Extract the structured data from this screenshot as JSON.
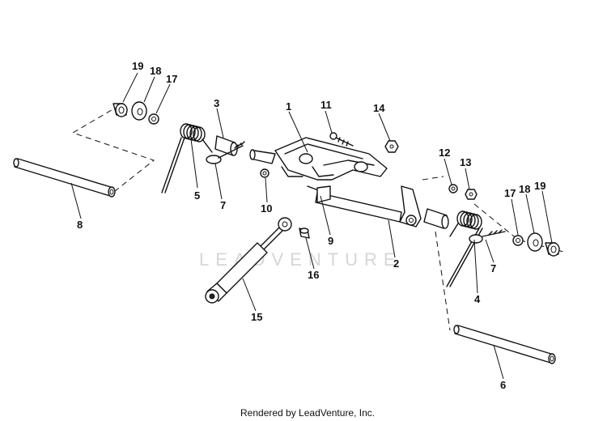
{
  "watermark": "LEADVENTURE",
  "footer": "Rendered by LeadVenture, Inc.",
  "callouts": [
    {
      "id": "19a",
      "label": "19"
    },
    {
      "id": "18a",
      "label": "18"
    },
    {
      "id": "17a",
      "label": "17"
    },
    {
      "id": "3",
      "label": "3"
    },
    {
      "id": "1",
      "label": "1"
    },
    {
      "id": "11",
      "label": "11"
    },
    {
      "id": "14",
      "label": "14"
    },
    {
      "id": "12",
      "label": "12"
    },
    {
      "id": "13",
      "label": "13"
    },
    {
      "id": "17b",
      "label": "17"
    },
    {
      "id": "18b",
      "label": "18"
    },
    {
      "id": "19b",
      "label": "19"
    },
    {
      "id": "5",
      "label": "5"
    },
    {
      "id": "7a",
      "label": "7"
    },
    {
      "id": "10",
      "label": "10"
    },
    {
      "id": "8",
      "label": "8"
    },
    {
      "id": "9",
      "label": "9"
    },
    {
      "id": "2",
      "label": "2"
    },
    {
      "id": "7b",
      "label": "7"
    },
    {
      "id": "16",
      "label": "16"
    },
    {
      "id": "4",
      "label": "4"
    },
    {
      "id": "15",
      "label": "15"
    },
    {
      "id": "6",
      "label": "6"
    }
  ]
}
